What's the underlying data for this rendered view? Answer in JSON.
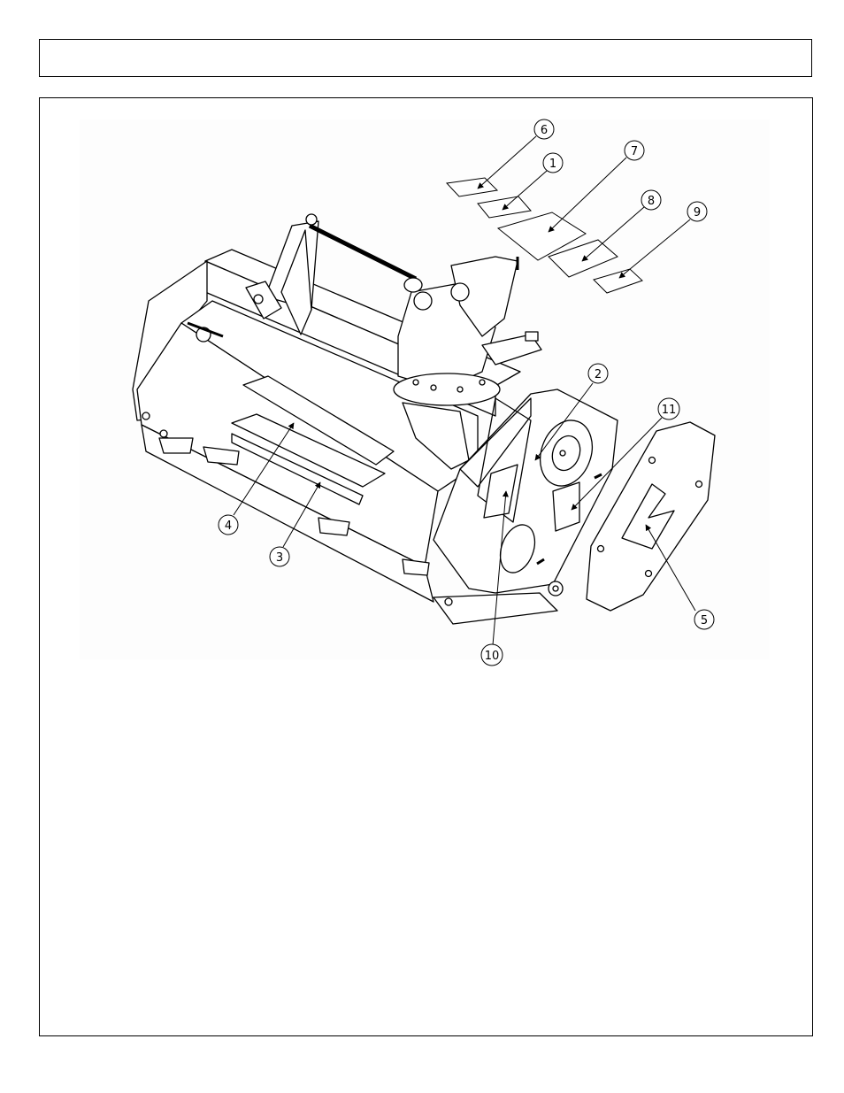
{
  "header": {
    "title": ""
  },
  "callouts": [
    {
      "label": "1"
    },
    {
      "label": "2"
    },
    {
      "label": "3"
    },
    {
      "label": "4"
    },
    {
      "label": "5"
    },
    {
      "label": "6"
    },
    {
      "label": "7"
    },
    {
      "label": "8"
    },
    {
      "label": "9"
    },
    {
      "label": "10"
    },
    {
      "label": "11"
    }
  ]
}
